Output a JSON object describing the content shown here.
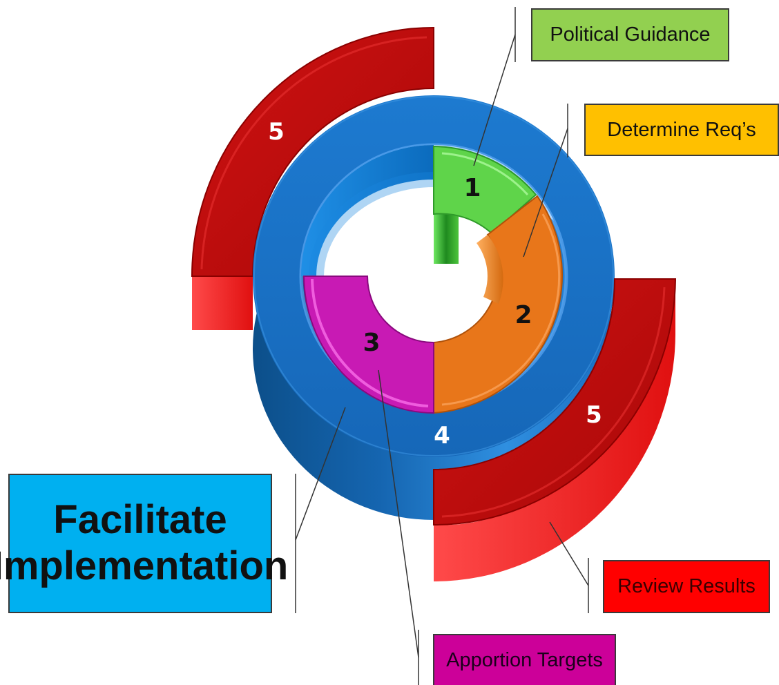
{
  "labels": {
    "political_guidance": "Political Guidance",
    "determine_reqs": "Determine Req’s",
    "facilitate_line1": "Facilitate",
    "facilitate_line2": "Implementation",
    "review_results": "Review Results",
    "apportion_targets": "Apportion Targets"
  },
  "segments": {
    "n1": "1",
    "n2": "2",
    "n3": "3",
    "n4": "4",
    "n5_top": "5",
    "n5_bottom": "5"
  },
  "colors": {
    "political_box": "#92d050",
    "determine_box": "#ffc000",
    "facilitate_box": "#00b0f0",
    "review_box": "#ff0000",
    "apportion_box": "#cc0099",
    "ring_blue": "#1f78c8",
    "segment_green": "#5fd44a",
    "segment_orange": "#e8761a",
    "segment_magenta": "#c81ab4",
    "arc_red": "#c80d0d"
  }
}
